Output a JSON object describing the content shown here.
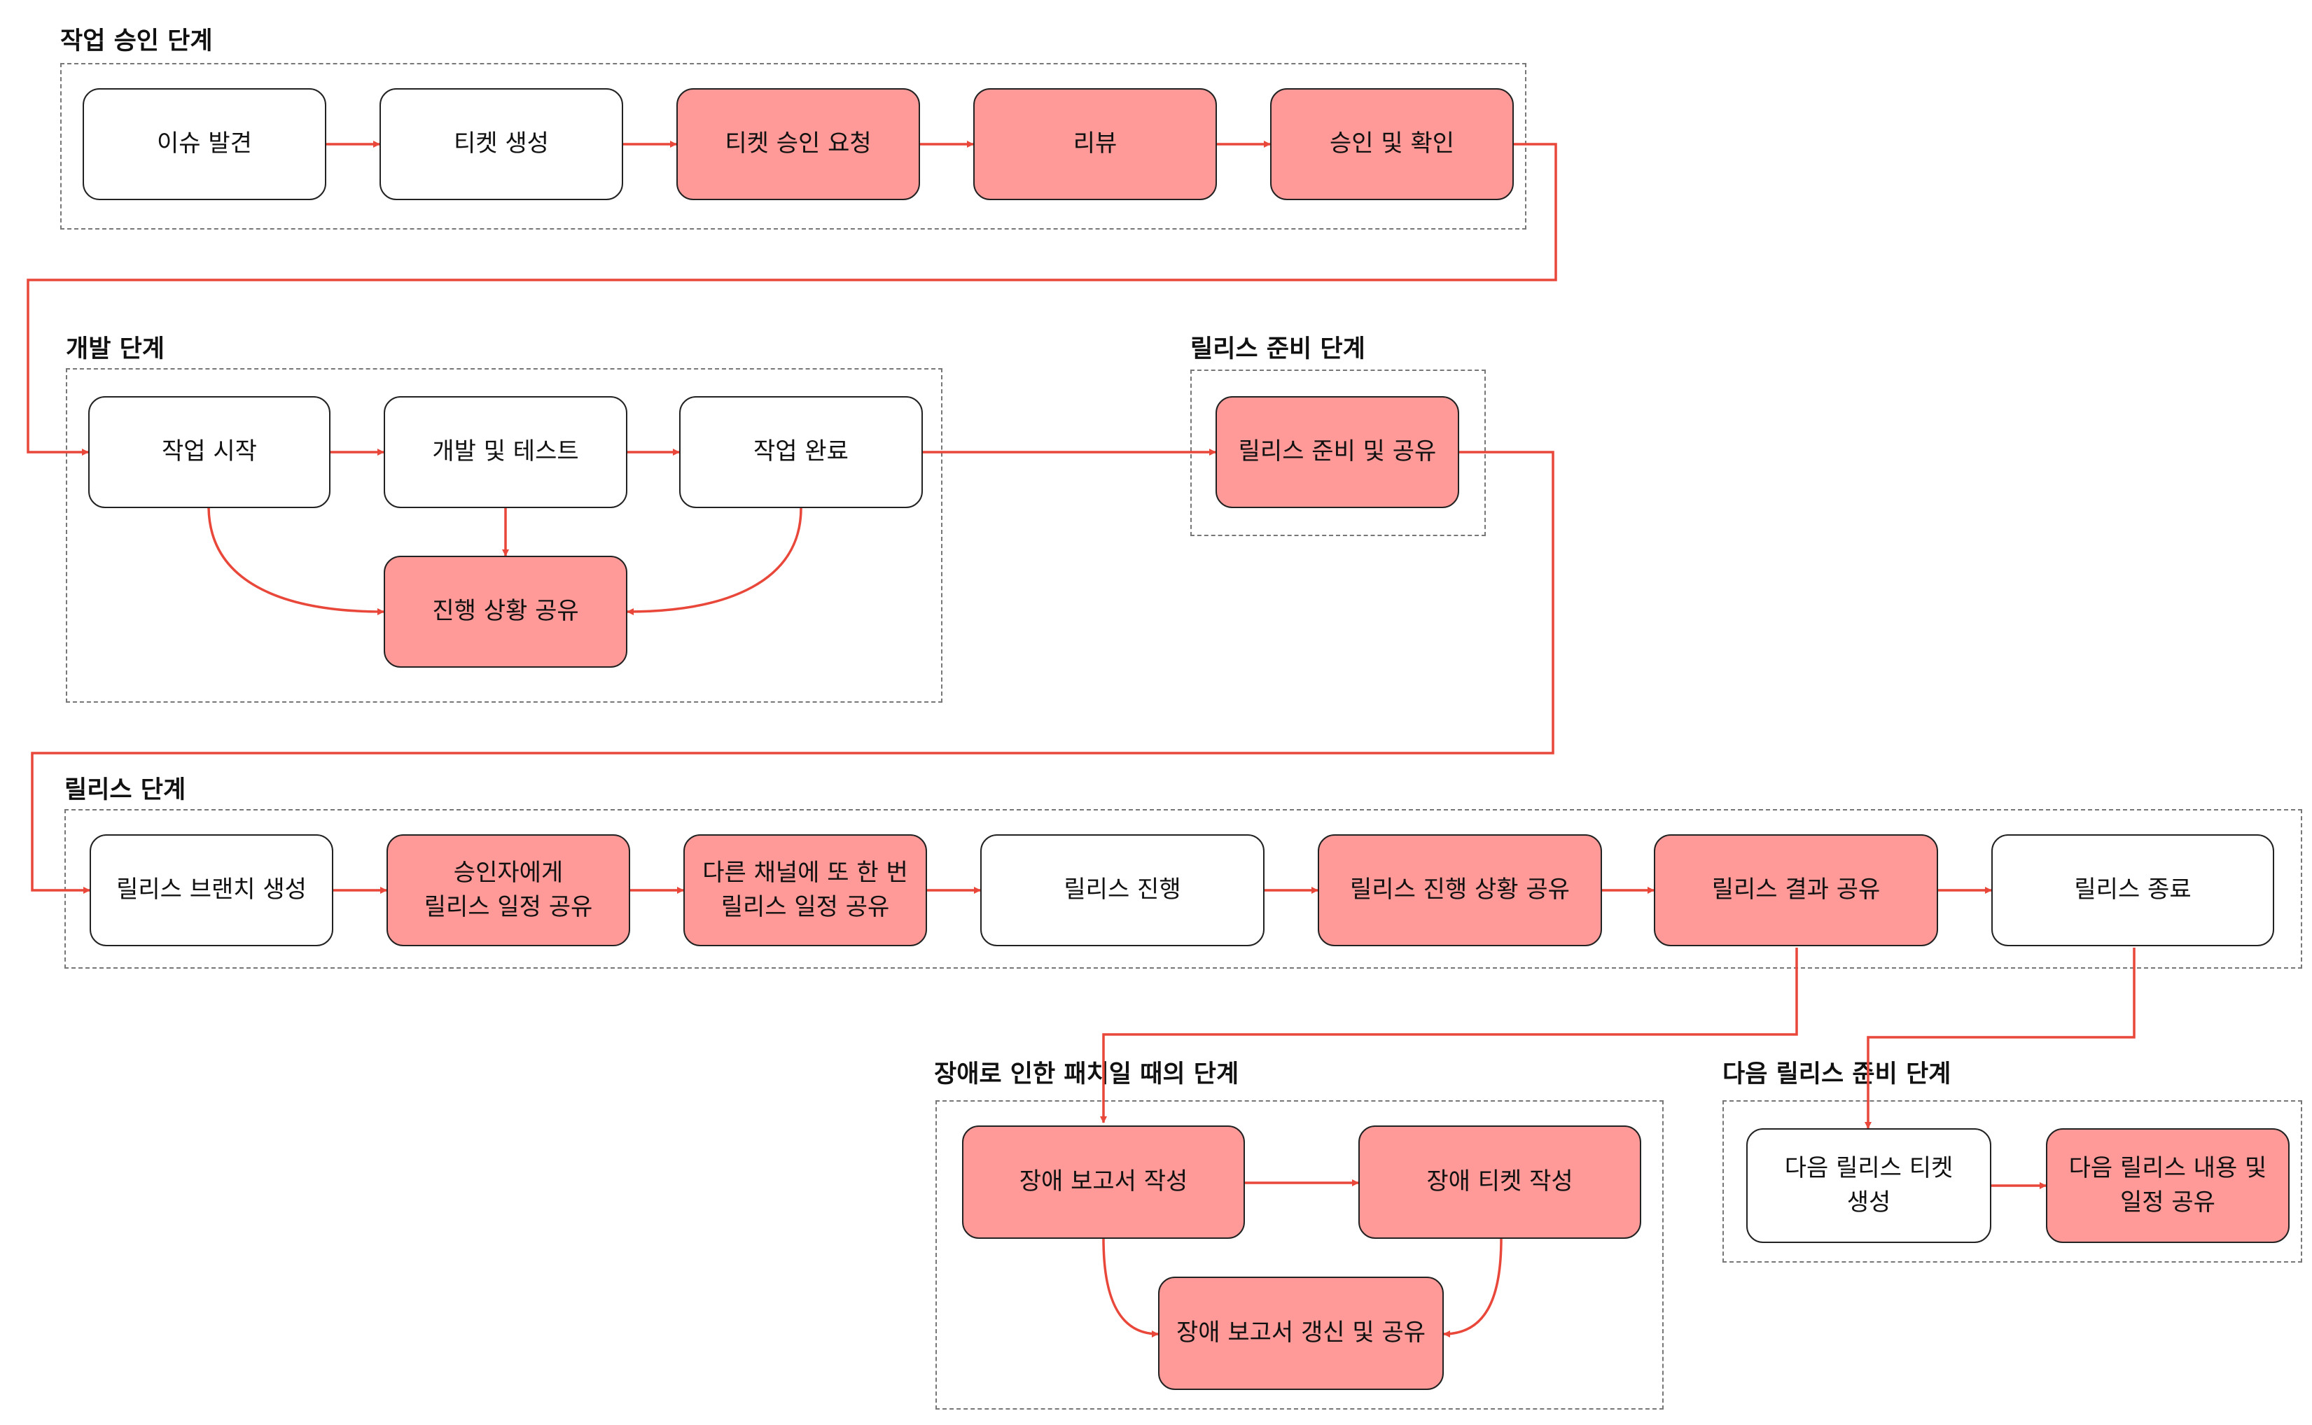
{
  "colors": {
    "highlight_fill": "#ff9a98",
    "plain_fill": "#ffffff",
    "arrow": "#e8473a",
    "group_border": "#777777"
  },
  "groups": {
    "approval": "작업 승인 단계",
    "dev": "개발 단계",
    "release_prep": "릴리스 준비 단계",
    "release": "릴리스 단계",
    "incident": "장애로 인한 패치일 때의 단계",
    "next_release": "다음 릴리스 준비 단계"
  },
  "nodes": {
    "issue_found": {
      "lines": [
        "이슈 발견"
      ],
      "highlighted": false
    },
    "ticket_create": {
      "lines": [
        "티켓 생성"
      ],
      "highlighted": false
    },
    "ticket_approval_request": {
      "lines": [
        "티켓 승인 요청"
      ],
      "highlighted": true
    },
    "review": {
      "lines": [
        "리뷰"
      ],
      "highlighted": true
    },
    "approve_confirm": {
      "lines": [
        "승인 및 확인"
      ],
      "highlighted": true
    },
    "work_start": {
      "lines": [
        "작업 시작"
      ],
      "highlighted": false
    },
    "dev_test": {
      "lines": [
        "개발 및 테스트"
      ],
      "highlighted": false
    },
    "work_done": {
      "lines": [
        "작업 완료"
      ],
      "highlighted": false
    },
    "progress_share": {
      "lines": [
        "진행 상황 공유"
      ],
      "highlighted": true
    },
    "release_prep_share": {
      "lines": [
        "릴리스 준비 및 공유"
      ],
      "highlighted": true
    },
    "release_branch": {
      "lines": [
        "릴리스 브랜치 생성"
      ],
      "highlighted": false
    },
    "approver_schedule": {
      "lines": [
        "승인자에게",
        "릴리스 일정 공유"
      ],
      "highlighted": true
    },
    "channel_schedule": {
      "lines": [
        "다른 채널에 또 한 번",
        "릴리스 일정 공유"
      ],
      "highlighted": true
    },
    "release_run": {
      "lines": [
        "릴리스 진행"
      ],
      "highlighted": false
    },
    "release_progress_share": {
      "lines": [
        "릴리스 진행 상황 공유"
      ],
      "highlighted": true
    },
    "release_result_share": {
      "lines": [
        "릴리스 결과 공유"
      ],
      "highlighted": true
    },
    "release_end": {
      "lines": [
        "릴리스 종료"
      ],
      "highlighted": false
    },
    "incident_report": {
      "lines": [
        "장애 보고서 작성"
      ],
      "highlighted": true
    },
    "incident_ticket": {
      "lines": [
        "장애 티켓 작성"
      ],
      "highlighted": true
    },
    "incident_report_update": {
      "lines": [
        "장애 보고서 갱신 및 공유"
      ],
      "highlighted": true
    },
    "next_ticket": {
      "lines": [
        "다음 릴리스 티켓",
        "생성"
      ],
      "highlighted": false
    },
    "next_content_share": {
      "lines": [
        "다음 릴리스 내용 및",
        "일정 공유"
      ],
      "highlighted": true
    }
  },
  "edges": [
    {
      "from": "issue_found",
      "to": "ticket_create"
    },
    {
      "from": "ticket_create",
      "to": "ticket_approval_request"
    },
    {
      "from": "ticket_approval_request",
      "to": "review"
    },
    {
      "from": "review",
      "to": "approve_confirm"
    },
    {
      "from": "approve_confirm",
      "to": "work_start"
    },
    {
      "from": "work_start",
      "to": "dev_test"
    },
    {
      "from": "dev_test",
      "to": "work_done"
    },
    {
      "from": "dev_test",
      "to": "progress_share"
    },
    {
      "from": "work_start",
      "to": "progress_share"
    },
    {
      "from": "work_done",
      "to": "progress_share"
    },
    {
      "from": "work_done",
      "to": "release_prep_share"
    },
    {
      "from": "release_prep_share",
      "to": "release_branch"
    },
    {
      "from": "release_branch",
      "to": "approver_schedule"
    },
    {
      "from": "approver_schedule",
      "to": "channel_schedule"
    },
    {
      "from": "channel_schedule",
      "to": "release_run"
    },
    {
      "from": "release_run",
      "to": "release_progress_share"
    },
    {
      "from": "release_progress_share",
      "to": "release_result_share"
    },
    {
      "from": "release_result_share",
      "to": "release_end"
    },
    {
      "from": "release_result_share",
      "to": "incident_report"
    },
    {
      "from": "release_end",
      "to": "next_ticket"
    },
    {
      "from": "incident_report",
      "to": "incident_ticket"
    },
    {
      "from": "incident_report",
      "to": "incident_report_update"
    },
    {
      "from": "incident_ticket",
      "to": "incident_report_update"
    },
    {
      "from": "next_ticket",
      "to": "next_content_share"
    }
  ]
}
